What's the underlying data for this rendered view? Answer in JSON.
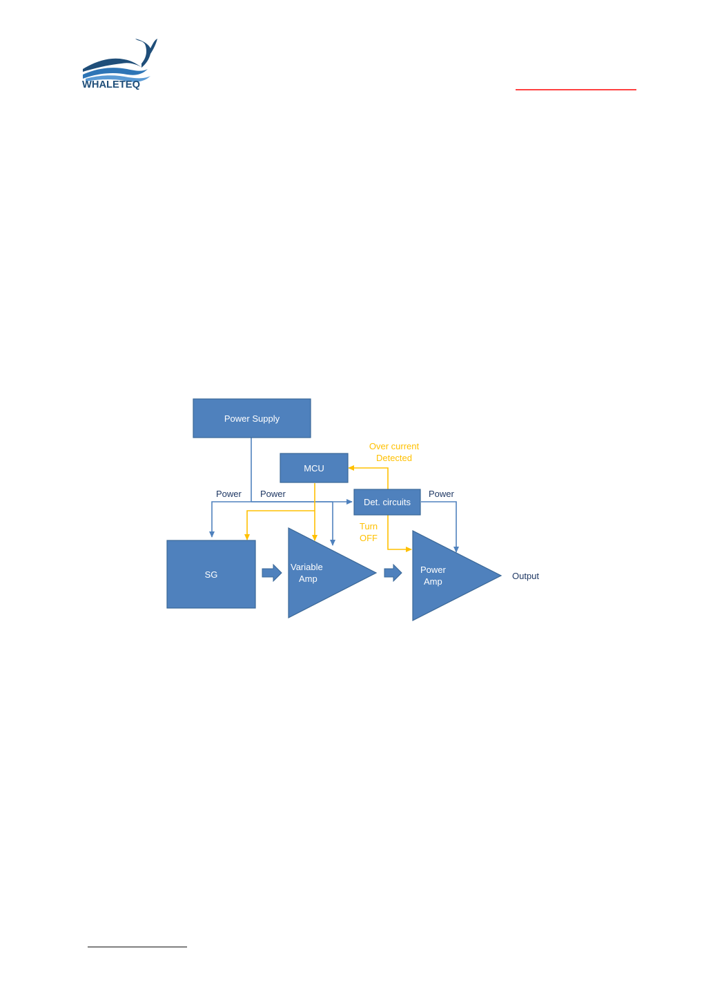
{
  "header": {
    "logo_text": "WHALETEQ"
  },
  "colors": {
    "block_fill": "#4f81bd",
    "block_stroke": "#3a6796",
    "power_wire": "#4f81bd",
    "control_wire": "#ffc000",
    "power_label": "#1f3864",
    "control_label": "#ffc000",
    "logo_blue": "#1f4e79",
    "header_rule": "#ff0000",
    "footer_rule": "#000000"
  },
  "diagram": {
    "blocks": {
      "power_supply": "Power Supply",
      "mcu": "MCU",
      "det_circuits": "Det. circuits",
      "sg": "SG",
      "variable_amp_line1": "Variable",
      "variable_amp_line2": "Amp",
      "power_amp_line1": "Power",
      "power_amp_line2": "Amp"
    },
    "labels": {
      "power_left": "Power",
      "power_middle": "Power",
      "power_right": "Power",
      "over_current_line1": "Over current",
      "over_current_line2": "Detected",
      "turn_off_line1": "Turn",
      "turn_off_line2": "OFF",
      "output": "Output"
    }
  }
}
